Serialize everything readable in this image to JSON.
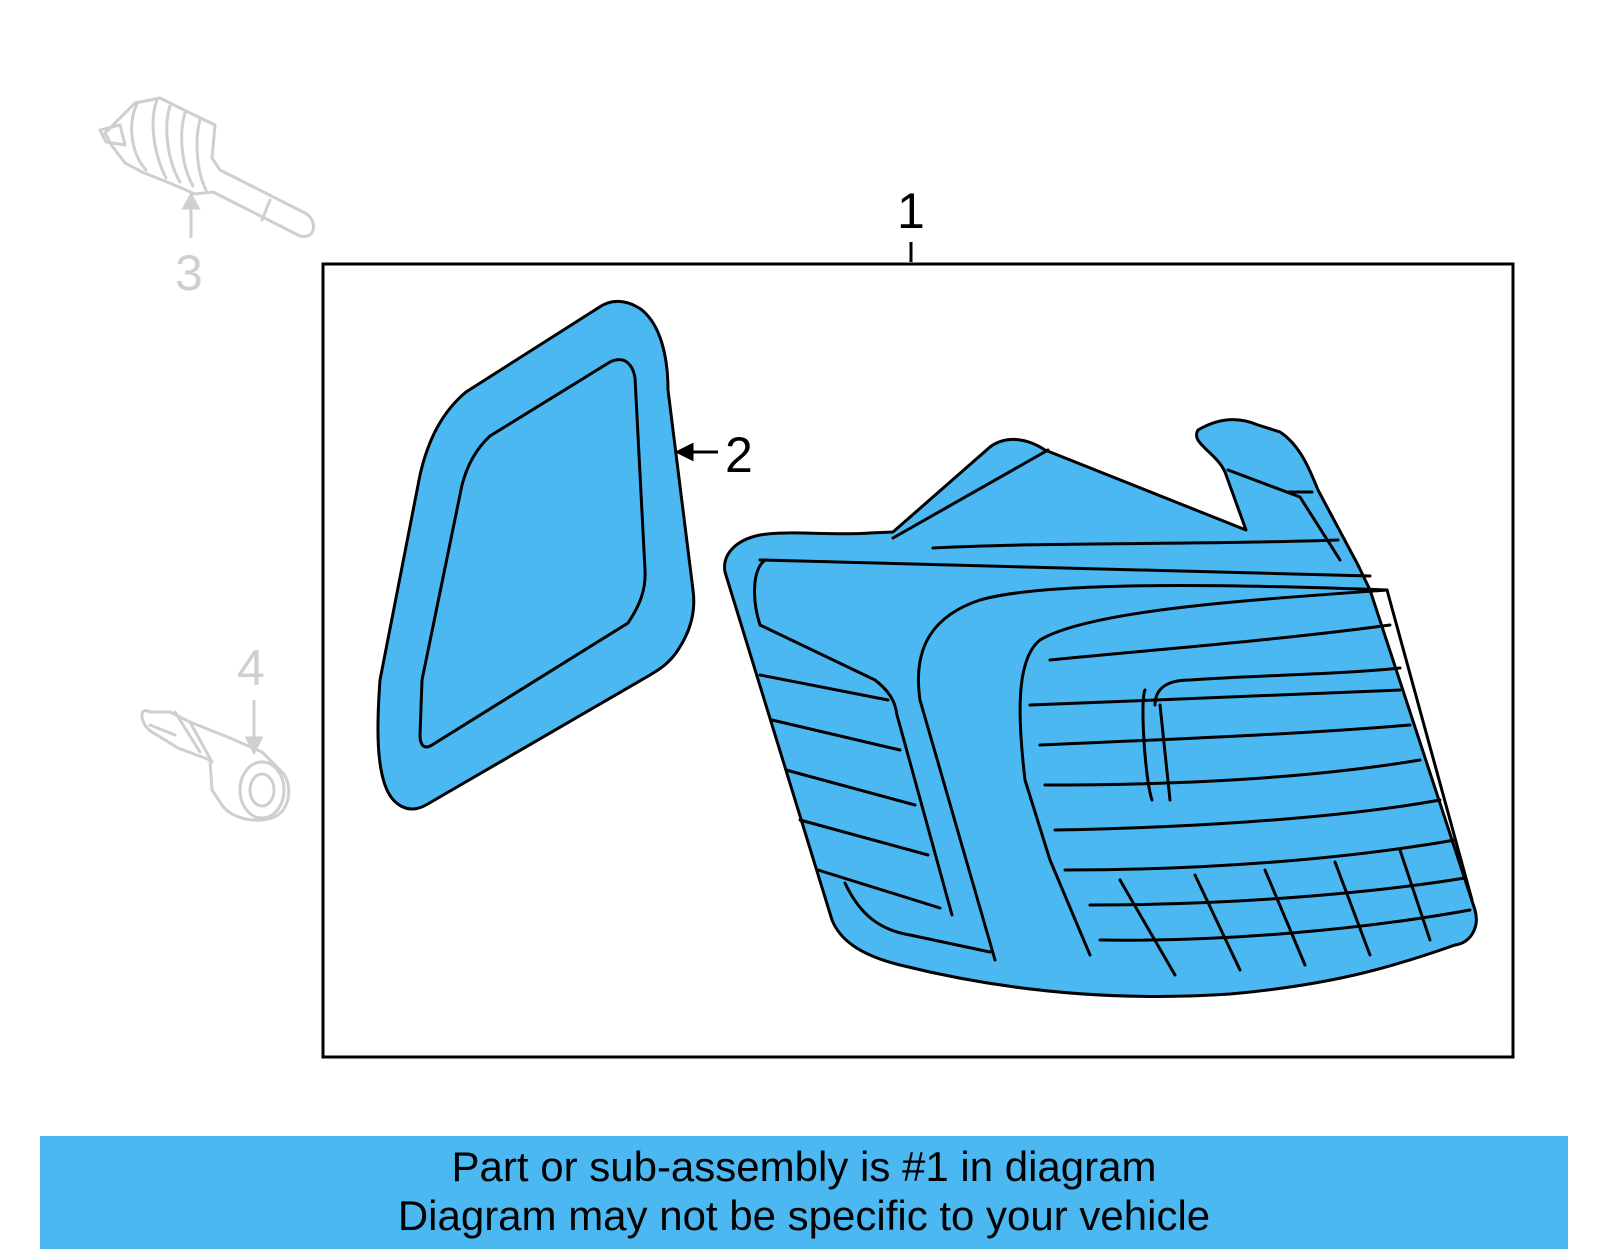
{
  "callouts": {
    "part1": "1",
    "part2": "2",
    "part3": "3",
    "part4": "4"
  },
  "banner": {
    "line1": "Part or sub-assembly is #1 in diagram",
    "line2": "Diagram may not be specific to your vehicle"
  },
  "colors": {
    "highlight_fill": "#4cb8f2",
    "outline": "#000000",
    "faded_part": "#cfcfcf"
  },
  "icons": {
    "part1": "tail-lamp-assembly",
    "part2": "tail-lamp-gasket",
    "part3": "bulb-socket",
    "part4": "bulb"
  }
}
